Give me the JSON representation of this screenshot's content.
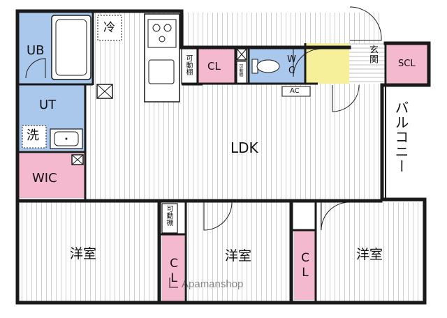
{
  "labels": {
    "ub": "UB",
    "ut": "UT",
    "wash": "洗",
    "wic": "WIC",
    "fridge": "冷",
    "cl_top": "CL",
    "shelf_top": "可動棚",
    "shelf_small": "可動棚",
    "wc": "WC",
    "genkan": "玄関",
    "scl": "SCL",
    "ac": "AC",
    "ldk": "LDK",
    "balcony": "バルコニー",
    "room_left": "洋室",
    "room_mid": "洋室",
    "room_right": "洋室",
    "shelf_mid": "可動棚",
    "cl_mid": "CL",
    "cl_right": "CL"
  },
  "watermark": "Apamanshop",
  "colors": {
    "wall": "#1a1a1a",
    "wet_area": "#a9c8ec",
    "closet": "#f4b8cf",
    "entrance": "#f7f09a",
    "floor_line": "#c9c9c9",
    "balcony": "#ffffff"
  }
}
